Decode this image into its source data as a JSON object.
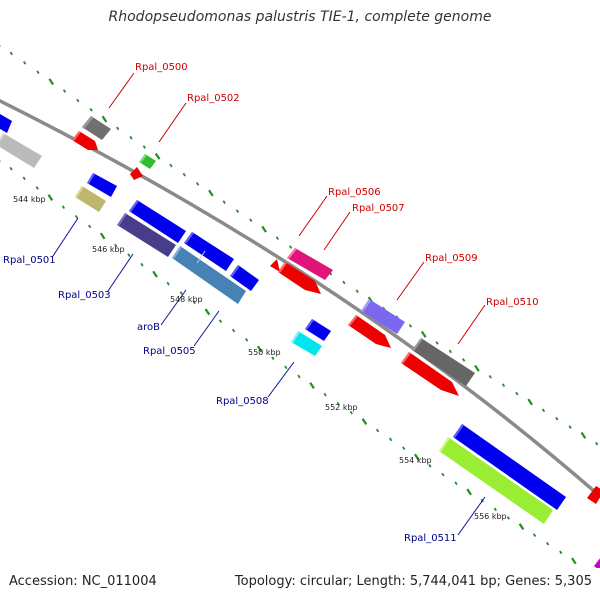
{
  "title": "Rhodopseudomonas palustris TIE-1, complete genome",
  "footer": {
    "accession": "Accession: NC_011004",
    "topology": "Topology: circular; Length: 5,744,041 bp; Genes: 5,305"
  },
  "colors": {
    "backbone": "#8a8a8a",
    "tick_major": "#1f8f1f",
    "tick_minor": "#2a8a2a",
    "label_forward": "#cc0000",
    "label_reverse": "#00008b",
    "label_line_forward": "#cc0000",
    "label_line_reverse": "#1010a0"
  },
  "ticks": [
    "544 kbp",
    "546 kbp",
    "548 kbp",
    "550 kbp",
    "552 kbp",
    "554 kbp",
    "556 kbp"
  ],
  "genes_forward": [
    "Rpal_0500",
    "Rpal_0502",
    "Rpal_0506",
    "Rpal_0507",
    "Rpal_0509",
    "Rpal_0510"
  ],
  "genes_reverse": [
    "Rpal_0501",
    "Rpal_0503",
    "aroB",
    "Rpal_0505",
    "Rpal_0508",
    "Rpal_0511"
  ]
}
